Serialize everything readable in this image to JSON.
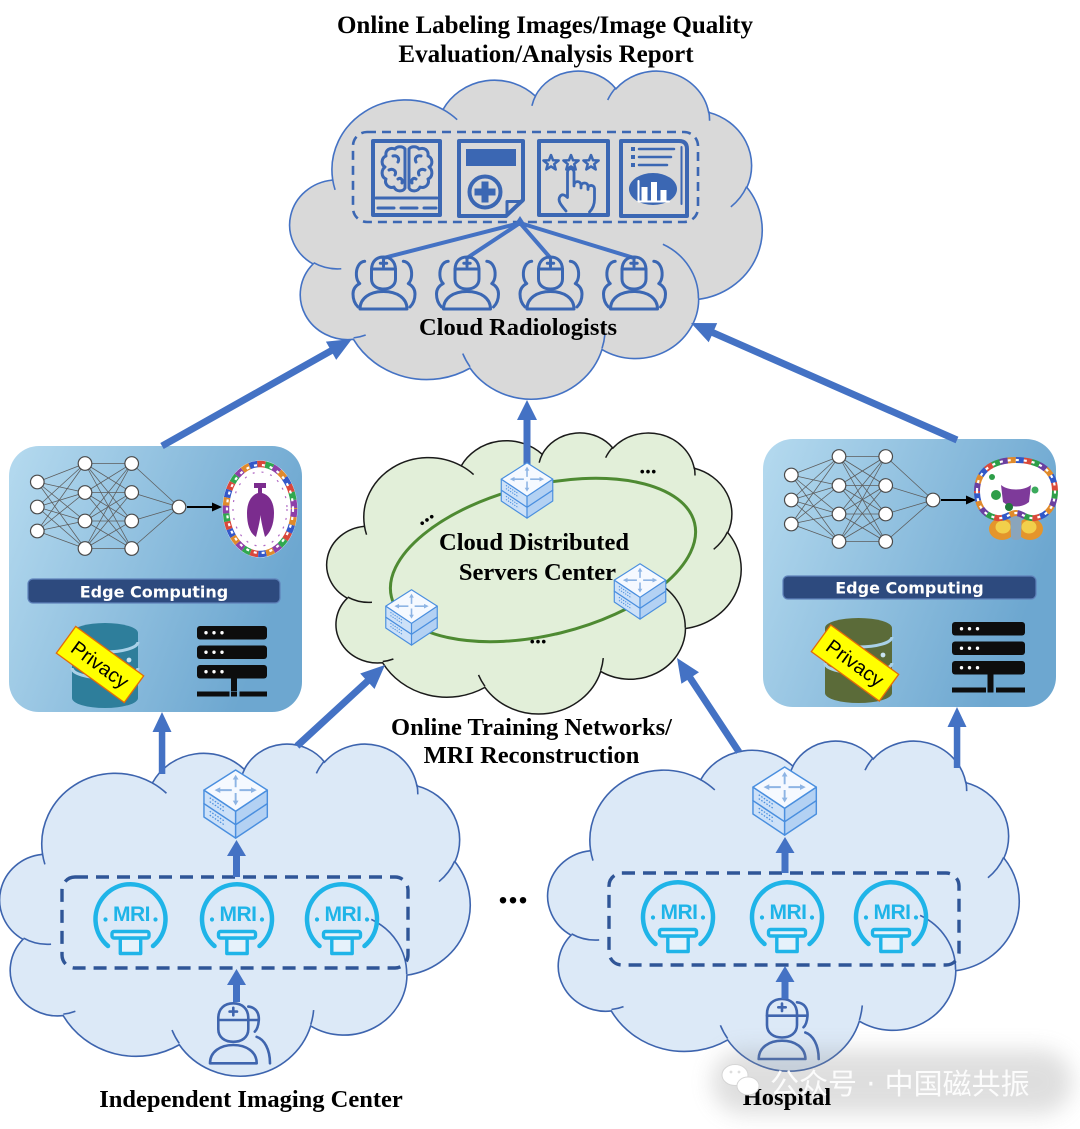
{
  "figure": {
    "title_lines": [
      "Online Labeling Images/Image Quality",
      "Evaluation/Analysis Report"
    ],
    "cloud_radiologists": {
      "label": "Cloud Radiologists",
      "services": [
        {
          "icon": "brain-annotation-icon"
        },
        {
          "icon": "medical-record-icon"
        },
        {
          "icon": "star-rating-hand-icon"
        },
        {
          "icon": "analysis-report-chart-icon"
        }
      ],
      "radiologists": [
        {
          "icon": "radiologist-icon"
        },
        {
          "icon": "radiologist-icon"
        },
        {
          "icon": "radiologist-icon"
        },
        {
          "icon": "radiologist-icon"
        }
      ]
    },
    "cloud_servers": {
      "label_lines": [
        "Cloud Distributed",
        "Servers Center"
      ],
      "routers": [
        {
          "icon": "router-switch-icon"
        },
        {
          "icon": "router-switch-icon"
        },
        {
          "icon": "router-switch-icon"
        }
      ],
      "more_marks": [
        "...",
        "...",
        "..."
      ],
      "caption_lines": [
        "Online Training Networks/",
        "MRI Reconstruction"
      ]
    },
    "edge_nodes": {
      "left": {
        "banner": "Edge Computing",
        "privacy_tag": "Privacy",
        "model_icon": "neural-network-icon",
        "output_image": "brain-segmentation-axial-image",
        "storage_icon": "database-icon",
        "compute_icon": "server-rack-icon"
      },
      "right": {
        "banner": "Edge Computing",
        "privacy_tag": "Privacy",
        "model_icon": "neural-network-icon",
        "output_image": "brain-segmentation-coronal-image",
        "storage_icon": "database-icon",
        "compute_icon": "server-rack-icon"
      }
    },
    "sites": [
      {
        "label": "Independent Imaging Center",
        "scanners": [
          {
            "label": "MRI",
            "icon": "mri-scanner-icon"
          },
          {
            "label": "MRI",
            "icon": "mri-scanner-icon"
          },
          {
            "label": "MRI",
            "icon": "mri-scanner-icon"
          }
        ],
        "router_icon": "router-switch-icon",
        "operator_icon": "radiographer-icon"
      },
      {
        "label": "Hospital",
        "scanners": [
          {
            "label": "MRI",
            "icon": "mri-scanner-icon"
          },
          {
            "label": "MRI",
            "icon": "mri-scanner-icon"
          },
          {
            "label": "MRI",
            "icon": "mri-scanner-icon"
          }
        ],
        "router_icon": "router-switch-icon",
        "operator_icon": "radiographer-icon"
      }
    ],
    "sites_more": "...",
    "flows": [
      {
        "from": "sites.0.operator",
        "to": "sites.0.scanners"
      },
      {
        "from": "sites.0.scanners",
        "to": "sites.0.router"
      },
      {
        "from": "sites.0",
        "to": "edge_nodes.left"
      },
      {
        "from": "sites.0",
        "to": "cloud_servers"
      },
      {
        "from": "sites.1.operator",
        "to": "sites.1.scanners"
      },
      {
        "from": "sites.1.scanners",
        "to": "sites.1.router"
      },
      {
        "from": "sites.1",
        "to": "cloud_servers"
      },
      {
        "from": "sites.1",
        "to": "edge_nodes.right"
      },
      {
        "from": "edge_nodes.left",
        "to": "cloud_radiologists"
      },
      {
        "from": "edge_nodes.right",
        "to": "cloud_radiologists"
      },
      {
        "from": "cloud_servers",
        "to": "cloud_radiologists"
      },
      {
        "from": "cloud_radiologists.radiologists",
        "to": "cloud_radiologists.services"
      }
    ]
  },
  "watermark": {
    "icon": "wechat-icon",
    "text": "公众号 · 中国磁共振"
  },
  "colors": {
    "arrow": "#4472C4",
    "icon_blue": "#3B67B3",
    "dashed_frame_site": "#2F5597",
    "top_cloud_fill": "#D9D9D9",
    "top_cloud_stroke": "#4472C4",
    "server_cloud_fill": "#E2EFD9",
    "server_cloud_stroke": "#1A1A1A",
    "server_ring": "#4E8A32",
    "site_cloud_fill": "#DCE9F7",
    "site_cloud_stroke": "#3D64AE",
    "site_icon_stroke": "#3F65AE",
    "mri_cyan": "#1FB4E8",
    "router_outline": "#4A8FDF",
    "edge_panel_light": "#B5DAEF",
    "edge_panel_dark": "#6DA7D0",
    "edge_banner": "#2D4A7E",
    "edge_banner_border": "#5F82BA",
    "privacy_fill": "#FFFF00",
    "privacy_border": "#E26B0A",
    "database_left": "#2E7E9B",
    "database_right": "#5B6B39",
    "server_rack": "#0D0D0D",
    "label_text": "#000000"
  }
}
